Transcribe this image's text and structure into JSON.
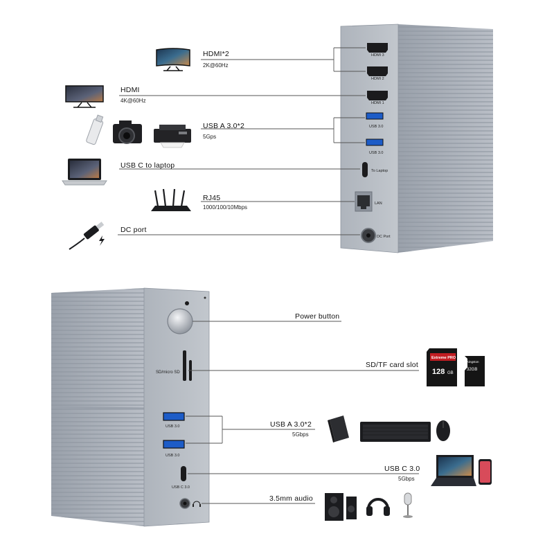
{
  "top_callouts": [
    {
      "id": "hdmi2",
      "label": "HDMI*2",
      "sub": "2K@60Hz"
    },
    {
      "id": "hdmi",
      "label": "HDMI",
      "sub": "4K@60Hz"
    },
    {
      "id": "usba-back",
      "label": "USB A 3.0*2",
      "sub": "5Gps"
    },
    {
      "id": "usbc-laptop",
      "label": "USB C to laptop",
      "sub": ""
    },
    {
      "id": "rj45",
      "label": "RJ45",
      "sub": "1000/100/10Mbps"
    },
    {
      "id": "dc",
      "label": "DC port",
      "sub": ""
    }
  ],
  "bottom_callouts": [
    {
      "id": "power",
      "label": "Power button",
      "sub": ""
    },
    {
      "id": "sd",
      "label": "SD/TF card slot",
      "sub": ""
    },
    {
      "id": "usba-front",
      "label": "USB A 3.0*2",
      "sub": "5Gbps"
    },
    {
      "id": "usbc-front",
      "label": "USB C 3.0",
      "sub": "5Gbps"
    },
    {
      "id": "audio",
      "label": "3.5mm audio",
      "sub": ""
    }
  ],
  "back_port_labels": {
    "hdmi3": "HDMI 3",
    "hdmi2": "HDMI 2",
    "hdmi1": "HDMI 1",
    "usb1": "USB 3.0",
    "usb2": "USB 3.0",
    "laptop": "To Laptop",
    "lan": "LAN",
    "dc": "DC Port"
  },
  "front_port_labels": {
    "sd": "SD/micro SD",
    "usb1": "USB 3.0",
    "usb2": "USB 3.0",
    "usbc": "USB C 3.0"
  },
  "card_text": {
    "sd_brand": "Extreme PRO",
    "sd_capacity": "128",
    "sd_unit": "GB",
    "micro_brand": "Kingston",
    "micro_capacity": "32GB"
  },
  "colors": {
    "hub_body": "#a7adb6",
    "hub_front": "#b5bbc3",
    "line": "#555555"
  },
  "icons": [
    "monitor-icon",
    "camera-icon",
    "printer-icon",
    "usb-flash-drive-icon",
    "laptop-icon",
    "router-icon",
    "dc-cable-icon",
    "lightning-icon",
    "sd-card-icon",
    "microsd-card-icon",
    "hard-drive-icon",
    "keyboard-icon",
    "mouse-icon",
    "tablet-icon",
    "phone-icon",
    "speaker-icon",
    "headphones-icon",
    "microphone-icon",
    "power-button-icon",
    "headphone-jack-icon"
  ]
}
